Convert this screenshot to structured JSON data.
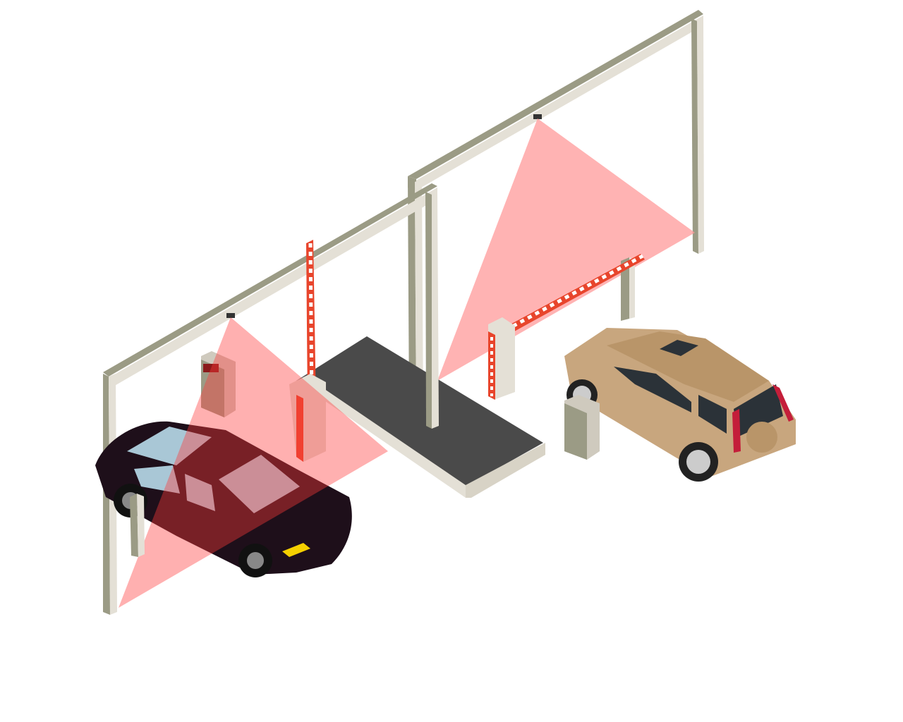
{
  "scene": {
    "colors": {
      "background": "#ffffff",
      "gantry_light": "#e4e0d6",
      "gantry_dark": "#9b9b85",
      "sensor_beam": "#ff9a9a",
      "platform": "#4a4a4a",
      "barrier_red": "#e8452c",
      "barrier_white": "#ffffff",
      "sedan": "#1e0f1a",
      "suv": "#c8a67e",
      "kiosk": "#cfcabe"
    },
    "icons": [
      "gantry",
      "camera-sensor",
      "boom-barrier",
      "ticket-kiosk",
      "sedan-car",
      "suv-car",
      "weigh-platform"
    ]
  }
}
